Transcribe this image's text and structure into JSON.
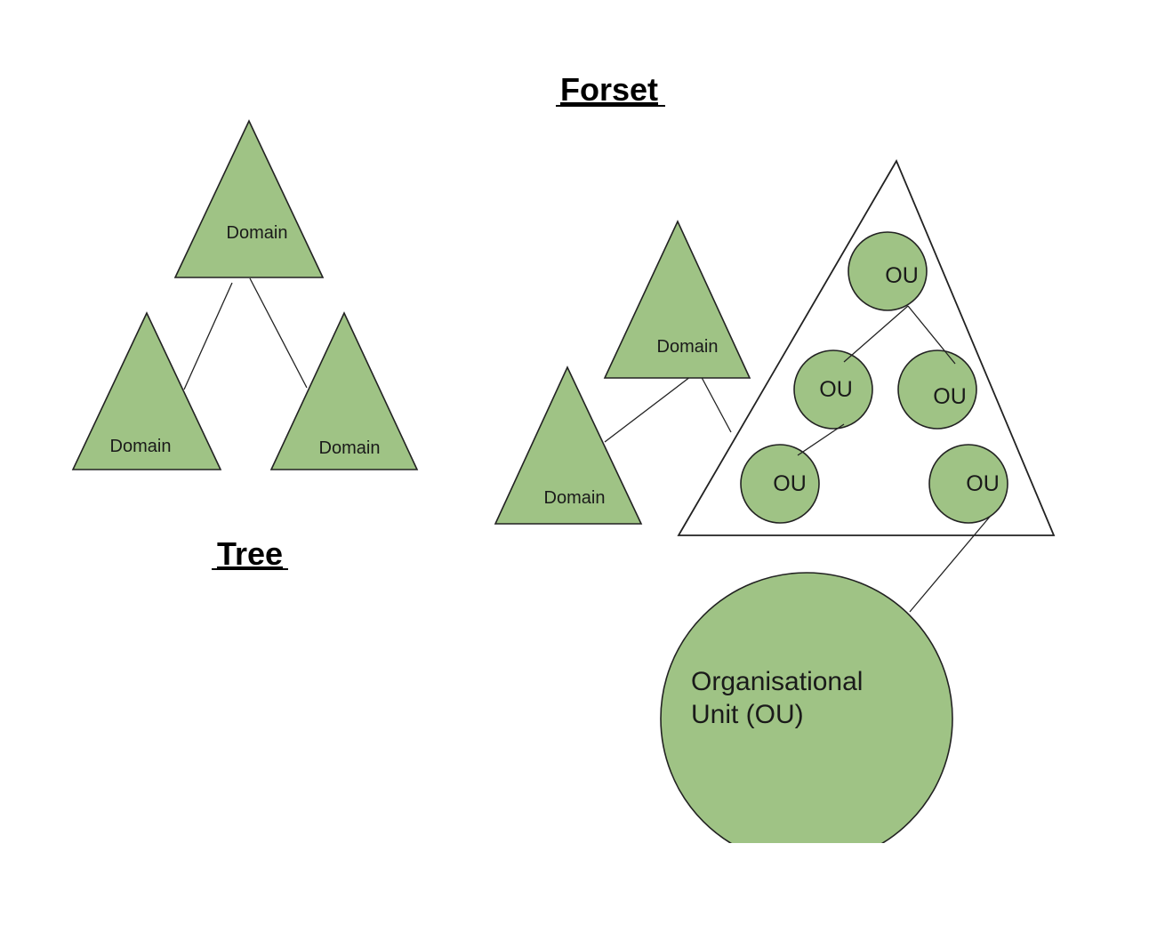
{
  "headings": {
    "forest": "Forset",
    "tree": "Tree"
  },
  "tree_diagram": {
    "top_domain": "Domain",
    "left_domain": "Domain",
    "right_domain": "Domain"
  },
  "forest_diagram": {
    "upper_domain": "Domain",
    "lower_domain": "Domain",
    "ou_top": "OU",
    "ou_mid_left": "OU",
    "ou_mid_right": "OU",
    "ou_bottom_left": "OU",
    "ou_bottom_right": "OU"
  },
  "organisational_unit": {
    "line1": "Organisational",
    "line2": "Unit (OU)"
  },
  "colors": {
    "shape_fill": "#9fc385",
    "stroke": "#222222",
    "background": "#ffffff"
  }
}
